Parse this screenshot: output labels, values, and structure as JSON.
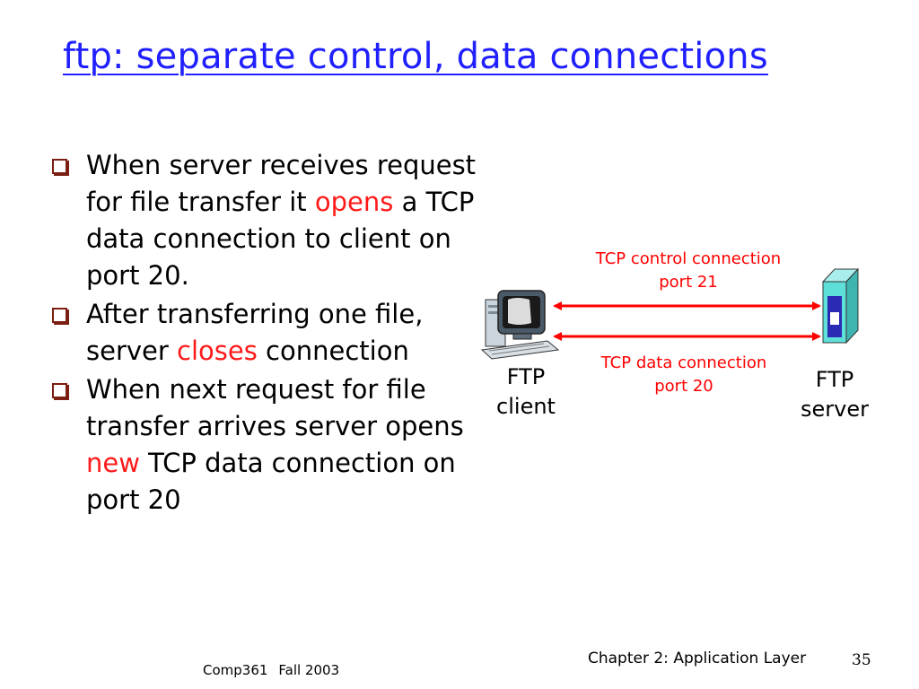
{
  "title": "ftp: separate control, data connections",
  "bullets": [
    {
      "pre": "When server receives request for file transfer it ",
      "highlight": "opens",
      "post": " a TCP data connection to client on port 20."
    },
    {
      "pre": "After transferring one file, server ",
      "highlight": "closes",
      "post": " connection"
    },
    {
      "pre": "When next request for file transfer arrives server opens ",
      "highlight": "new",
      "post": " TCP data connection on port 20"
    }
  ],
  "diagram": {
    "control_label": "TCP control connection",
    "control_port": "port 21",
    "data_label": "TCP data connection",
    "data_port": "port 20",
    "client_label_1": "FTP",
    "client_label_2": "client",
    "server_label_1": "FTP",
    "server_label_2": "server",
    "client_icon": "computer-icon",
    "server_icon": "server-tower-icon",
    "arrow_color": "#ff0000"
  },
  "footer": {
    "course": "Comp361",
    "term": "Fall 2003",
    "chapter": "Chapter 2: Application Layer",
    "page": "35"
  },
  "colors": {
    "title": "#2020ff",
    "highlight": "#ff1a1a",
    "bullet_box": "#7a1f12"
  }
}
